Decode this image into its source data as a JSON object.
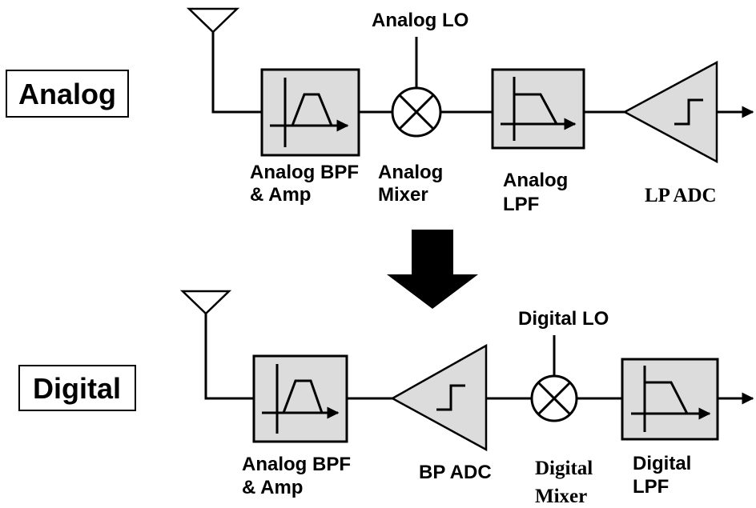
{
  "analog_chain": {
    "mode_label": "Analog",
    "lo_label": "Analog LO",
    "bpf_label": [
      "Analog BPF",
      "& Amp"
    ],
    "mixer_label": [
      "Analog",
      "Mixer"
    ],
    "lpf_label": [
      "Analog",
      "LPF"
    ],
    "adc_label": "LP ADC"
  },
  "digital_chain": {
    "mode_label": "Digital",
    "lo_label": "Digital LO",
    "bpf_label": [
      "Analog BPF",
      "& Amp"
    ],
    "adc_label": "BP ADC",
    "mixer_label": [
      "Digital",
      "Mixer"
    ],
    "lpf_label": [
      "Digital",
      "LPF"
    ]
  },
  "colors": {
    "block_fill": "#dcdcdc",
    "stroke": "#000000",
    "background": "#ffffff"
  }
}
